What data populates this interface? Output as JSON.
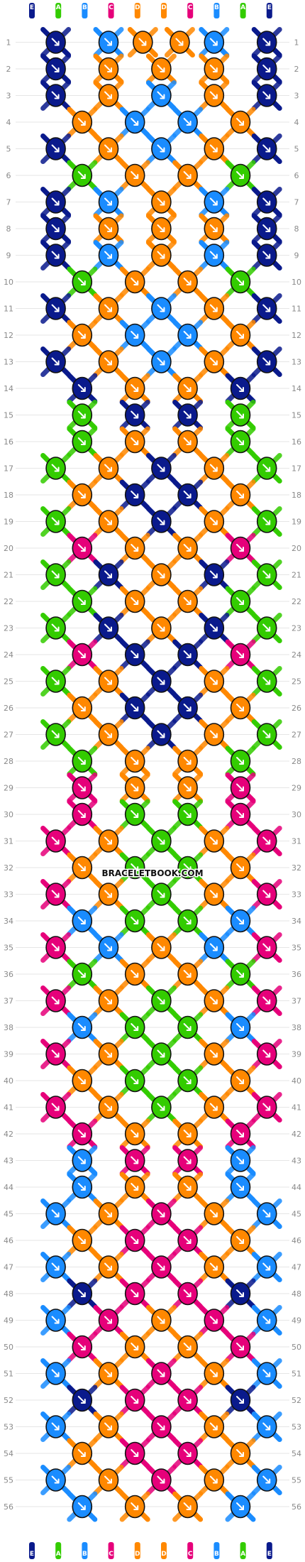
{
  "colors": {
    "E": "#0a1a8c",
    "A": "#33cc00",
    "B": "#1a8cff",
    "C": "#e6007a",
    "D": "#ff8800"
  },
  "strands_top": [
    "E",
    "A",
    "B",
    "C",
    "D",
    "D",
    "C",
    "B",
    "A",
    "E"
  ],
  "strands_bottom": [
    "E",
    "A",
    "B",
    "C",
    "D",
    "D",
    "C",
    "B",
    "A",
    "E"
  ],
  "row_numbers": [
    "1",
    "2",
    "3",
    "4",
    "5",
    "6",
    "7",
    "8",
    "9",
    "10",
    "11",
    "12",
    "13",
    "14",
    "15",
    "16",
    "17",
    "18",
    "19",
    "20",
    "21",
    "22",
    "23",
    "24",
    "25",
    "26",
    "27",
    "28",
    "29",
    "30",
    "31",
    "32",
    "33",
    "34",
    "35",
    "36",
    "37",
    "38",
    "39",
    "40",
    "41",
    "42",
    "43",
    "44",
    "45",
    "46",
    "47",
    "48",
    "49",
    "50",
    "51",
    "52",
    "53",
    "54",
    "55",
    "56"
  ],
  "watermark": "BRACELETBOOK.COM",
  "knot_rows": [
    [
      "E",
      "B",
      "D",
      "D",
      "B",
      "E"
    ],
    [
      "E",
      "D",
      "D",
      "D",
      "E"
    ],
    [
      "E",
      "D",
      "B",
      "D",
      "E"
    ],
    [
      "D",
      "B",
      "B",
      "D"
    ],
    [
      "E",
      "D",
      "B",
      "D",
      "E"
    ],
    [
      "A",
      "D",
      "D",
      "A"
    ],
    [
      "E",
      "B",
      "D",
      "B",
      "E"
    ],
    [
      "E",
      "D",
      "D",
      "D",
      "E"
    ],
    [
      "E",
      "B",
      "D",
      "B",
      "E"
    ],
    [
      "A",
      "D",
      "D",
      "A"
    ],
    [
      "E",
      "D",
      "B",
      "D",
      "E"
    ],
    [
      "D",
      "B",
      "B",
      "D"
    ],
    [
      "E",
      "D",
      "B",
      "D",
      "E"
    ],
    [
      "E",
      "D",
      "D",
      "E"
    ],
    [
      "A",
      "E",
      "E",
      "A"
    ],
    [
      "A",
      "D",
      "D",
      "A"
    ],
    [
      "A",
      "D",
      "E",
      "D",
      "A"
    ],
    [
      "D",
      "E",
      "E",
      "D"
    ],
    [
      "A",
      "D",
      "E",
      "D",
      "A"
    ],
    [
      "C",
      "D",
      "D",
      "C"
    ],
    [
      "A",
      "E",
      "D",
      "E",
      "A"
    ],
    [
      "A",
      "D",
      "D",
      "A"
    ],
    [
      "A",
      "E",
      "D",
      "E",
      "A"
    ],
    [
      "C",
      "E",
      "E",
      "C"
    ],
    [
      "A",
      "D",
      "E",
      "D",
      "A"
    ],
    [
      "D",
      "E",
      "E",
      "D"
    ],
    [
      "A",
      "D",
      "E",
      "D",
      "A"
    ],
    [
      "A",
      "D",
      "D",
      "A"
    ],
    [
      "C",
      "D",
      "D",
      "C"
    ],
    [
      "C",
      "A",
      "A",
      "C"
    ],
    [
      "C",
      "D",
      "A",
      "D",
      "C"
    ],
    [
      "D",
      "A",
      "A",
      "D"
    ],
    [
      "C",
      "D",
      "A",
      "D",
      "C"
    ],
    [
      "B",
      "A",
      "A",
      "B"
    ],
    [
      "C",
      "B",
      "D",
      "B",
      "C"
    ],
    [
      "A",
      "D",
      "D",
      "A"
    ],
    [
      "C",
      "D",
      "A",
      "D",
      "C"
    ],
    [
      "B",
      "A",
      "A",
      "B"
    ],
    [
      "C",
      "D",
      "A",
      "D",
      "C"
    ],
    [
      "D",
      "A",
      "A",
      "D"
    ],
    [
      "C",
      "D",
      "A",
      "D",
      "C"
    ],
    [
      "C",
      "D",
      "D",
      "C"
    ],
    [
      "B",
      "C",
      "C",
      "B"
    ],
    [
      "B",
      "D",
      "D",
      "B"
    ],
    [
      "B",
      "D",
      "C",
      "D",
      "B"
    ],
    [
      "D",
      "C",
      "C",
      "D"
    ],
    [
      "B",
      "D",
      "C",
      "D",
      "B"
    ],
    [
      "E",
      "C",
      "C",
      "E"
    ],
    [
      "B",
      "C",
      "D",
      "C",
      "B"
    ],
    [
      "C",
      "D",
      "D",
      "C"
    ],
    [
      "B",
      "D",
      "C",
      "D",
      "B"
    ],
    [
      "E",
      "C",
      "C",
      "E"
    ],
    [
      "B",
      "D",
      "C",
      "D",
      "B"
    ],
    [
      "D",
      "C",
      "C",
      "D"
    ],
    [
      "B",
      "D",
      "C",
      "D",
      "B"
    ],
    [
      "B",
      "D",
      "D",
      "B"
    ]
  ]
}
